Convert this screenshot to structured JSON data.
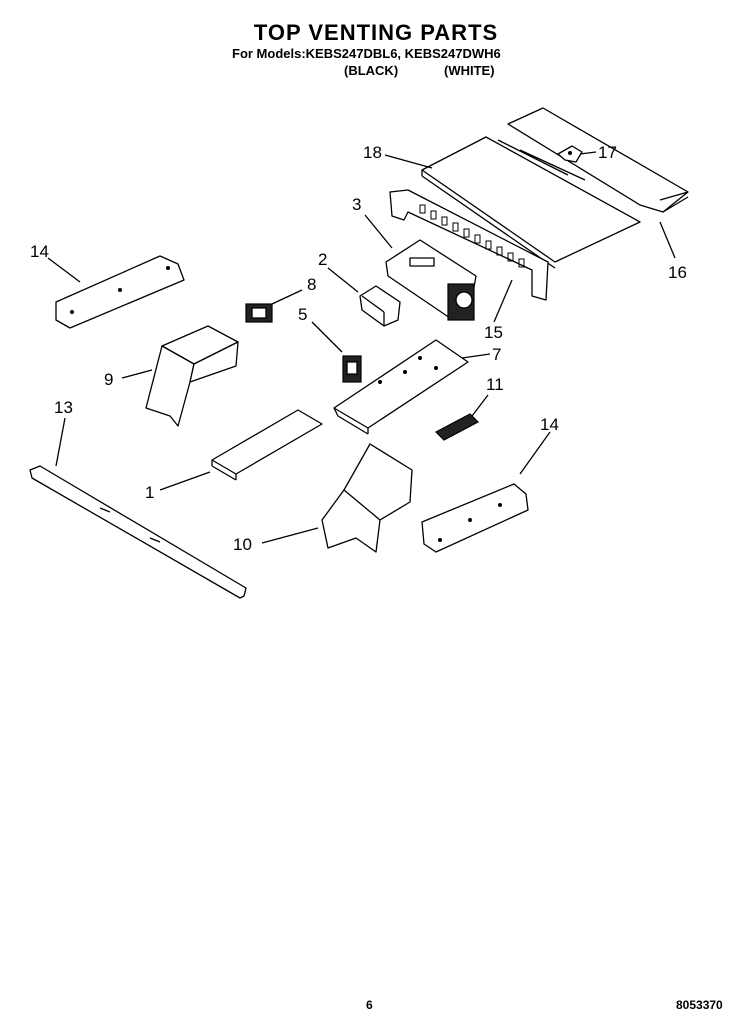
{
  "header": {
    "title": "TOP VENTING PARTS",
    "models_line": "For Models:KEBS247DBL6, KEBS247DWH6",
    "variant_black": "(BLACK)",
    "variant_white": "(WHITE)"
  },
  "callouts": {
    "c1": "1",
    "c2": "2",
    "c3": "3",
    "c5": "5",
    "c7": "7",
    "c8": "8",
    "c9": "9",
    "c10": "10",
    "c11": "11",
    "c13": "13",
    "c14a": "14",
    "c14b": "14",
    "c15": "15",
    "c16": "16",
    "c17": "17",
    "c18": "18"
  },
  "footer": {
    "page_number": "6",
    "document_number": "8053370"
  }
}
